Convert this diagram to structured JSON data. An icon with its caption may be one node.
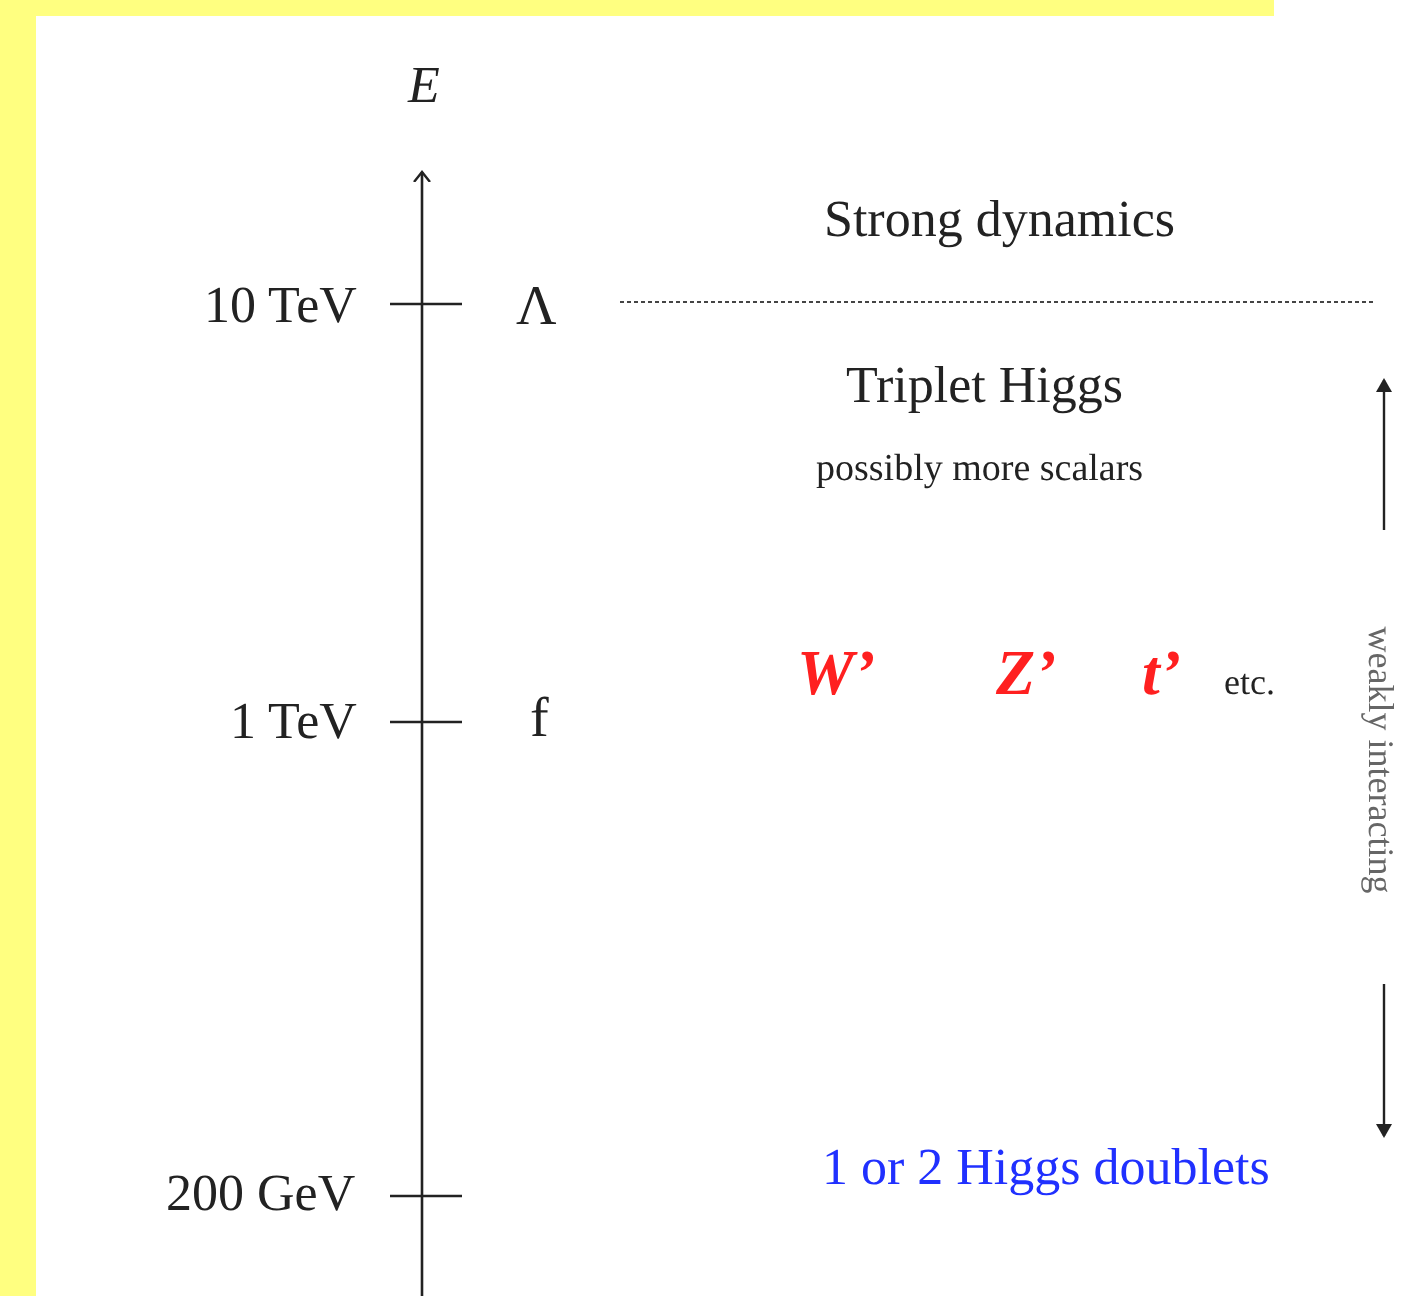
{
  "diagram": {
    "labels": [
      "E",
      "Strong dynamics",
      "10 TeV",
      "Λ",
      "Triplet Higgs",
      "possibly more scalars",
      "W’",
      "Z’",
      "t’",
      "etc.",
      "weakly interacting",
      "1 TeV",
      "f",
      "200 GeV",
      "1 or 2 Higgs doublets"
    ]
  }
}
